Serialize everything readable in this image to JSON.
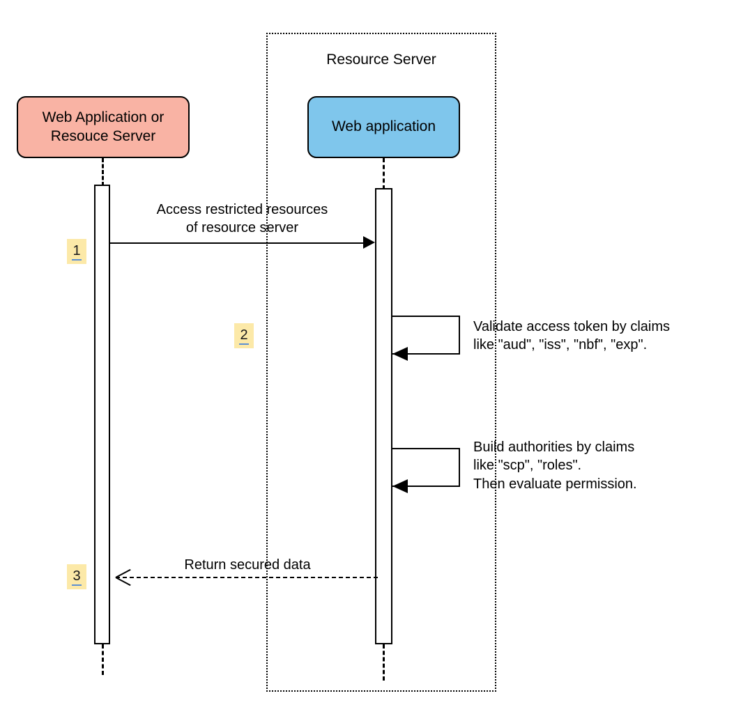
{
  "diagram": {
    "type": "uml-sequence-diagram",
    "title_text": "Resource Server",
    "background_color": "#ffffff"
  },
  "frame": {
    "label": "Resource Server",
    "border_style": "dotted",
    "border_color": "#000000"
  },
  "participants": [
    {
      "id": "client",
      "label": "Web Application or\nResouce Server",
      "fill_color": "#f9b3a4",
      "border_color": "#000000"
    },
    {
      "id": "resource-server-web-app",
      "label": "Web application",
      "fill_color": "#7fc6ec",
      "border_color": "#000000"
    }
  ],
  "messages": [
    {
      "step": "1",
      "kind": "call",
      "line_style": "solid",
      "arrow": "filled-right",
      "from": "client",
      "to": "resource-server-web-app",
      "label": "Access restricted resources\nof resource server"
    },
    {
      "step": "2",
      "kind": "self-call",
      "line_style": "solid",
      "arrow": "filled-left",
      "from": "resource-server-web-app",
      "to": "resource-server-web-app",
      "label": "Validate access token by claims\nlike \"aud\", \"iss\", \"nbf\", \"exp\"."
    },
    {
      "step": "",
      "kind": "self-call",
      "line_style": "solid",
      "arrow": "filled-left",
      "from": "resource-server-web-app",
      "to": "resource-server-web-app",
      "label": "Build authorities by claims\nlike \"scp\", \"roles\".\nThen evaluate permission."
    },
    {
      "step": "3",
      "kind": "return",
      "line_style": "dashed",
      "arrow": "open-left",
      "from": "resource-server-web-app",
      "to": "client",
      "label": "Return secured data"
    }
  ],
  "badges": {
    "fill_color": "#fce9a8",
    "underline_color": "#5b8fd4",
    "step_1": "1",
    "step_2": "2",
    "step_3": "3"
  }
}
